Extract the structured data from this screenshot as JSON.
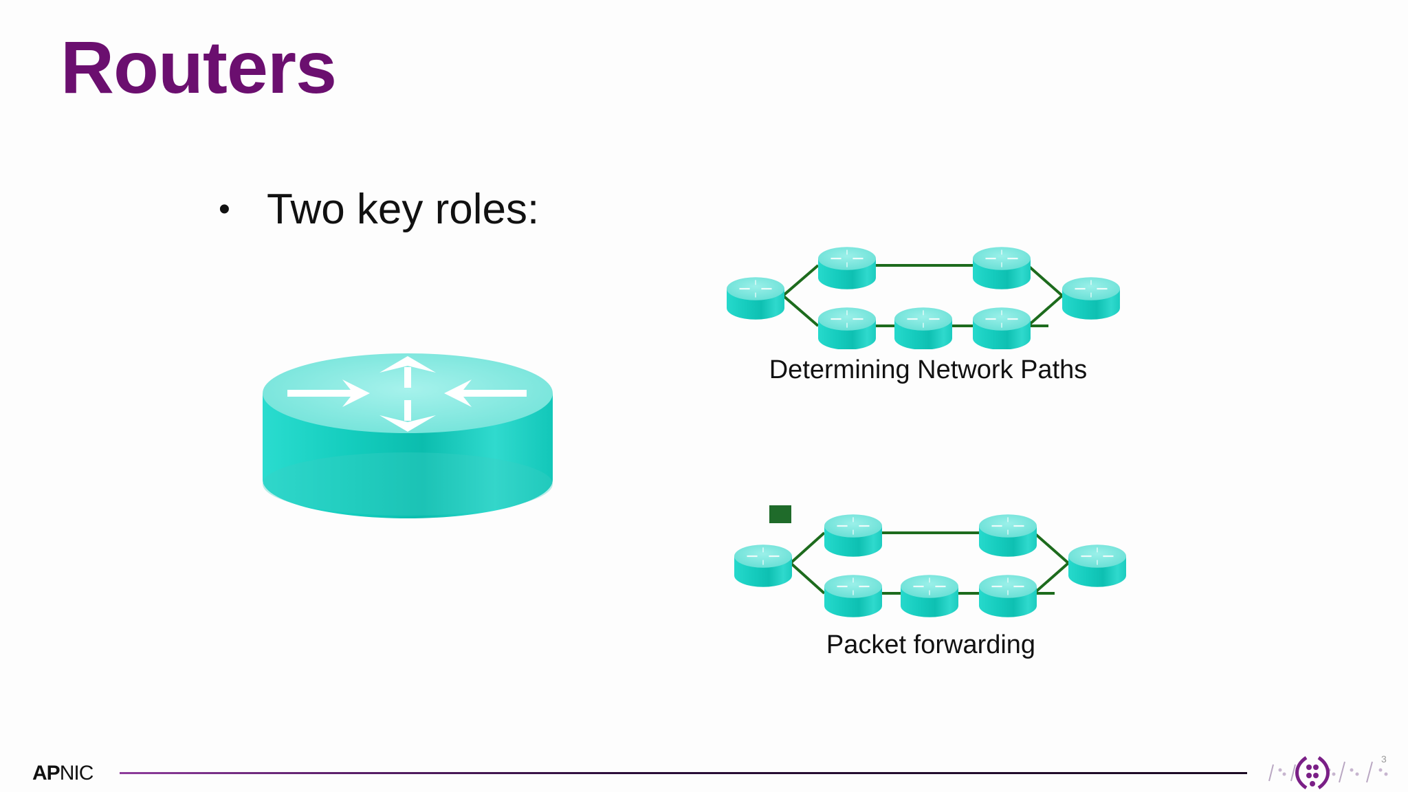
{
  "slide": {
    "title": "Routers",
    "bullet": "Two key roles:"
  },
  "diagrams": [
    {
      "label": "Determining Network Paths"
    },
    {
      "label": "Packet forwarding"
    }
  ],
  "footer": {
    "logo_bold": "AP",
    "logo_rest": "NIC",
    "page_number": "3"
  },
  "colors": {
    "title": "#6b0f6f",
    "router_top": "#7fe7df",
    "router_side": "#1ed3c6",
    "link": "#1d6b1d",
    "packet": "#1f6b2a",
    "footer_rule": "#5b1f6a"
  },
  "icons": {
    "router": "router-icon",
    "packet": "packet-square",
    "brand": "apnic-dots-mark"
  }
}
